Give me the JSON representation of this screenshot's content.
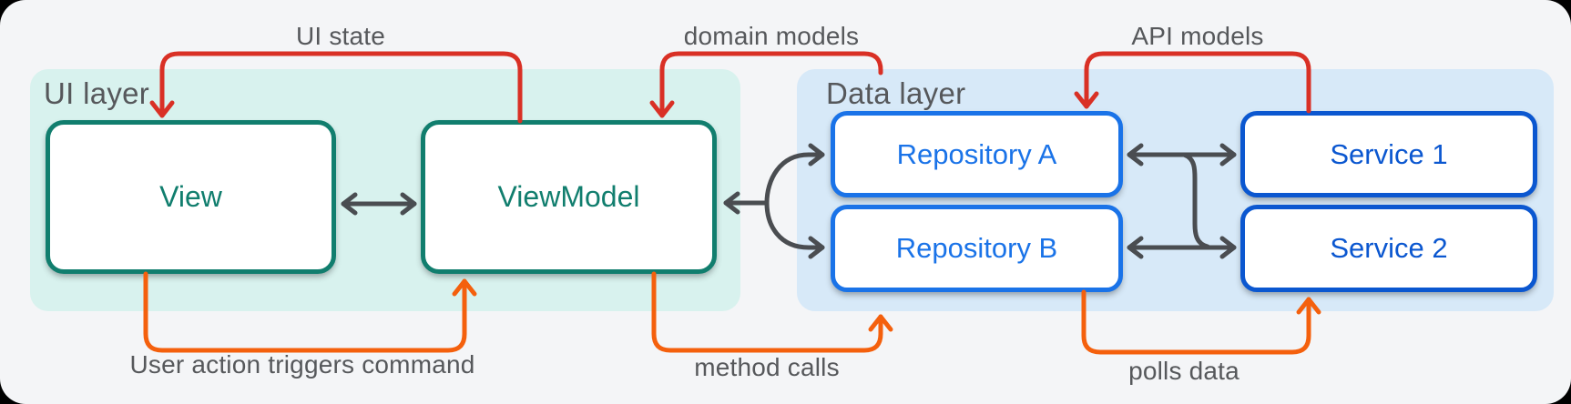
{
  "diagram": {
    "ui_layer": {
      "title": "UI layer",
      "boxes": {
        "view": "View",
        "viewmodel": "ViewModel"
      }
    },
    "data_layer": {
      "title": "Data layer",
      "boxes": {
        "repository_a": "Repository A",
        "repository_b": "Repository B",
        "service_1": "Service 1",
        "service_2": "Service 2"
      }
    },
    "flows": {
      "ui_state": "UI state",
      "domain_models": "domain models",
      "api_models": "API models",
      "user_action": "User action triggers command",
      "method_calls": "method calls",
      "polls_data": "polls data"
    }
  },
  "theme": {
    "teal": "#117e6e",
    "blue": "#1a73e8",
    "dark_blue": "#0b57d0",
    "red": "#d93025",
    "orange": "#f4600d",
    "arrow_gray": "#4a4d51",
    "text_gray": "#56585b",
    "card_bg": "#f4f5f7",
    "ui_layer_bg": "#d8f2ee",
    "data_layer_bg": "#d7e9f8",
    "page_bg": "#000000"
  }
}
